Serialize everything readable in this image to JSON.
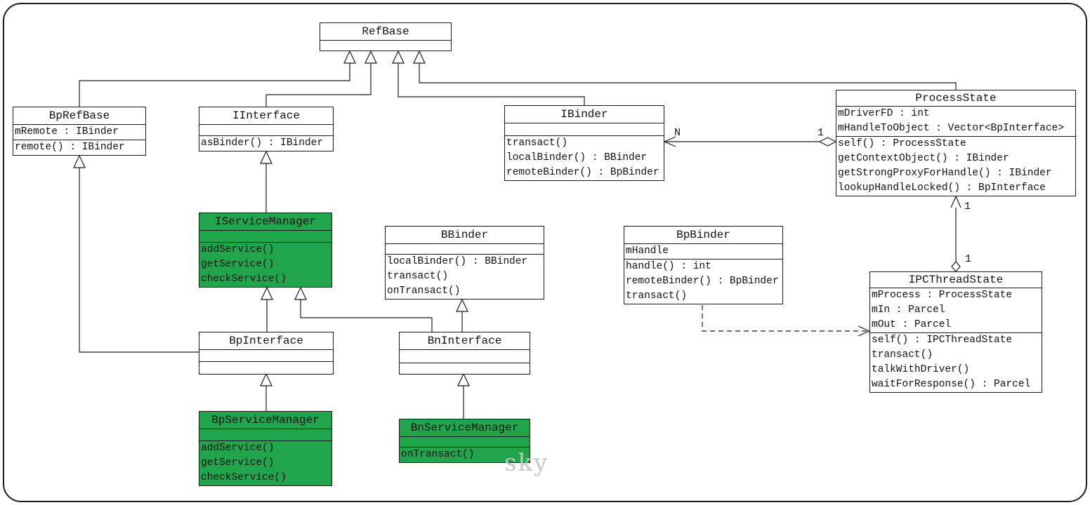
{
  "diagram": {
    "watermark": "sky",
    "colors": {
      "highlight_green": "#20a44c",
      "line": "#1a1a1a",
      "watermark_gray": "#c7c7c7"
    },
    "labels": {
      "ibinder_multiplicity": "N",
      "processstate_multiplicity": "1",
      "processstate_ipc_top": "1",
      "processstate_ipc_bottom": "1"
    },
    "classes": {
      "refbase": {
        "name": "RefBase",
        "attributes": [],
        "methods": []
      },
      "bprefbase": {
        "name": "BpRefBase",
        "attributes": [
          "mRemote : IBinder"
        ],
        "methods": [
          "remote() : IBinder"
        ]
      },
      "iinterface": {
        "name": "IInterface",
        "attributes": [],
        "methods": [
          "asBinder() : IBinder"
        ]
      },
      "ibinder": {
        "name": "IBinder",
        "attributes": [],
        "methods": [
          "transact()",
          "localBinder() : BBinder",
          "remoteBinder() : BpBinder"
        ]
      },
      "processstate": {
        "name": "ProcessState",
        "attributes": [
          "mDriverFD : int",
          "mHandleToObject : Vector<BpInterface>"
        ],
        "methods": [
          "self() : ProcessState",
          "getContextObject() : IBinder",
          "getStrongProxyForHandle() : IBinder",
          "lookupHandleLocked() : BpInterface"
        ]
      },
      "iservicemanager": {
        "name": "IServiceManager",
        "attributes": [],
        "methods": [
          "addService()",
          "getService()",
          "checkService()"
        ]
      },
      "bbinder": {
        "name": "BBinder",
        "attributes": [],
        "methods": [
          "localBinder() : BBinder",
          "transact()",
          "onTransact()"
        ]
      },
      "bpbinder": {
        "name": "BpBinder",
        "attributes": [
          "mHandle"
        ],
        "methods": [
          "handle() : int",
          "remoteBinder() : BpBinder",
          "transact()"
        ]
      },
      "ipcthreadstate": {
        "name": "IPCThreadState",
        "attributes": [
          "mProcess : ProcessState",
          "mIn : Parcel",
          "mOut : Parcel"
        ],
        "methods": [
          "self() : IPCThreadState",
          "transact()",
          "talkWithDriver()",
          "waitForResponse() : Parcel"
        ]
      },
      "bpinterface": {
        "name": "BpInterface",
        "attributes": [],
        "methods": []
      },
      "bninterface": {
        "name": "BnInterface",
        "attributes": [],
        "methods": []
      },
      "bpservicemanager": {
        "name": "BpServiceManager",
        "attributes": [],
        "methods": [
          "addService()",
          "getService()",
          "checkService()"
        ]
      },
      "bnservicemanager": {
        "name": "BnServiceManager",
        "attributes": [],
        "methods": [
          "onTransact()"
        ]
      }
    }
  }
}
